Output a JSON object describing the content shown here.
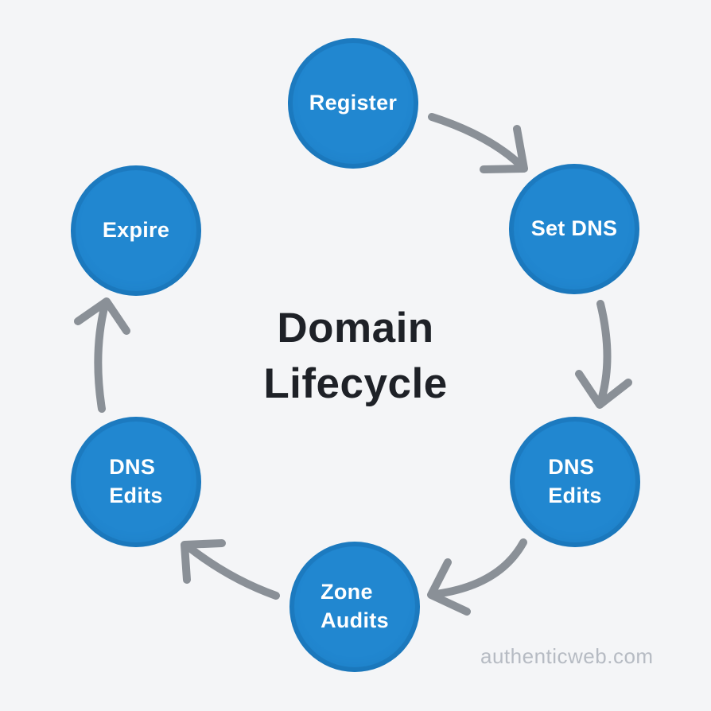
{
  "title": {
    "line1": "Domain",
    "line2": "Lifecycle"
  },
  "watermark": "authenticweb.com",
  "nodes": [
    {
      "id": "register",
      "line1": "Register",
      "line2": ""
    },
    {
      "id": "set-dns",
      "line1": "Set DNS",
      "line2": ""
    },
    {
      "id": "dns-edits-right",
      "line1": "DNS",
      "line2": "Edits"
    },
    {
      "id": "zone-audits",
      "line1": "Zone",
      "line2": "Audits"
    },
    {
      "id": "dns-edits-left",
      "line1": "DNS",
      "line2": "Edits"
    },
    {
      "id": "expire",
      "line1": "Expire",
      "line2": ""
    }
  ],
  "edges": [
    {
      "from": "register",
      "to": "set-dns"
    },
    {
      "from": "set-dns",
      "to": "dns-edits-right"
    },
    {
      "from": "dns-edits-right",
      "to": "zone-audits"
    },
    {
      "from": "zone-audits",
      "to": "dns-edits-left"
    },
    {
      "from": "dns-edits-left",
      "to": "expire"
    }
  ],
  "colors": {
    "background": "#f4f5f7",
    "node_fill": "#2187d0",
    "node_rim": "#1a72b4",
    "node_text": "#ffffff",
    "arrow": "#8a9097",
    "title_text": "#1e2127",
    "watermark_text": "#b6bbc3"
  }
}
